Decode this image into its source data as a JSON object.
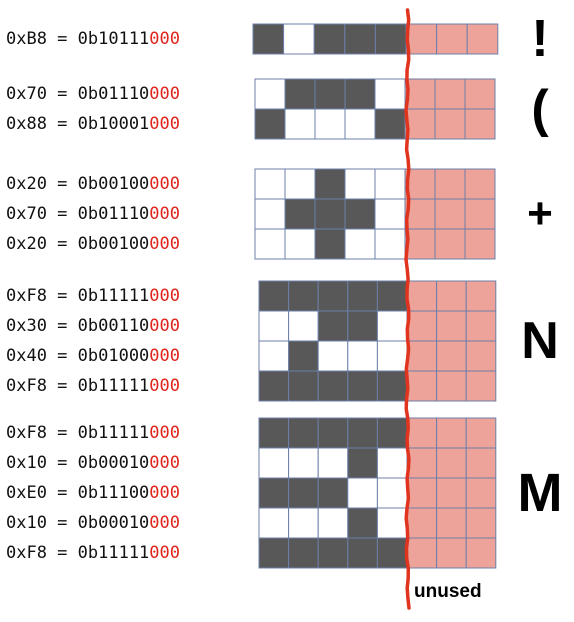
{
  "colors": {
    "on": "#585858",
    "off": "#ffffff",
    "unused_fill": "#eda39a",
    "grid_line": "#6d7fa8",
    "divider": "#e0341f",
    "zero_bits": "#e0241b"
  },
  "glyphs": [
    {
      "char": "!",
      "rows": [
        {
          "hex": "0xB8",
          "bits": "10111",
          "zeros": "000"
        }
      ]
    },
    {
      "char": "(",
      "rows": [
        {
          "hex": "0x70",
          "bits": "01110",
          "zeros": "000"
        },
        {
          "hex": "0x88",
          "bits": "10001",
          "zeros": "000"
        }
      ]
    },
    {
      "char": "+",
      "rows": [
        {
          "hex": "0x20",
          "bits": "00100",
          "zeros": "000"
        },
        {
          "hex": "0x70",
          "bits": "01110",
          "zeros": "000"
        },
        {
          "hex": "0x20",
          "bits": "00100",
          "zeros": "000"
        }
      ]
    },
    {
      "char": "N",
      "rows": [
        {
          "hex": "0xF8",
          "bits": "11111",
          "zeros": "000"
        },
        {
          "hex": "0x30",
          "bits": "00110",
          "zeros": "000"
        },
        {
          "hex": "0x40",
          "bits": "01000",
          "zeros": "000"
        },
        {
          "hex": "0xF8",
          "bits": "11111",
          "zeros": "000"
        }
      ]
    },
    {
      "char": "M",
      "rows": [
        {
          "hex": "0xF8",
          "bits": "11111",
          "zeros": "000"
        },
        {
          "hex": "0x10",
          "bits": "00010",
          "zeros": "000"
        },
        {
          "hex": "0xE0",
          "bits": "11100",
          "zeros": "000"
        },
        {
          "hex": "0x10",
          "bits": "00010",
          "zeros": "000"
        },
        {
          "hex": "0xF8",
          "bits": "11111",
          "zeros": "000"
        }
      ]
    }
  ],
  "unused_label": "unused"
}
